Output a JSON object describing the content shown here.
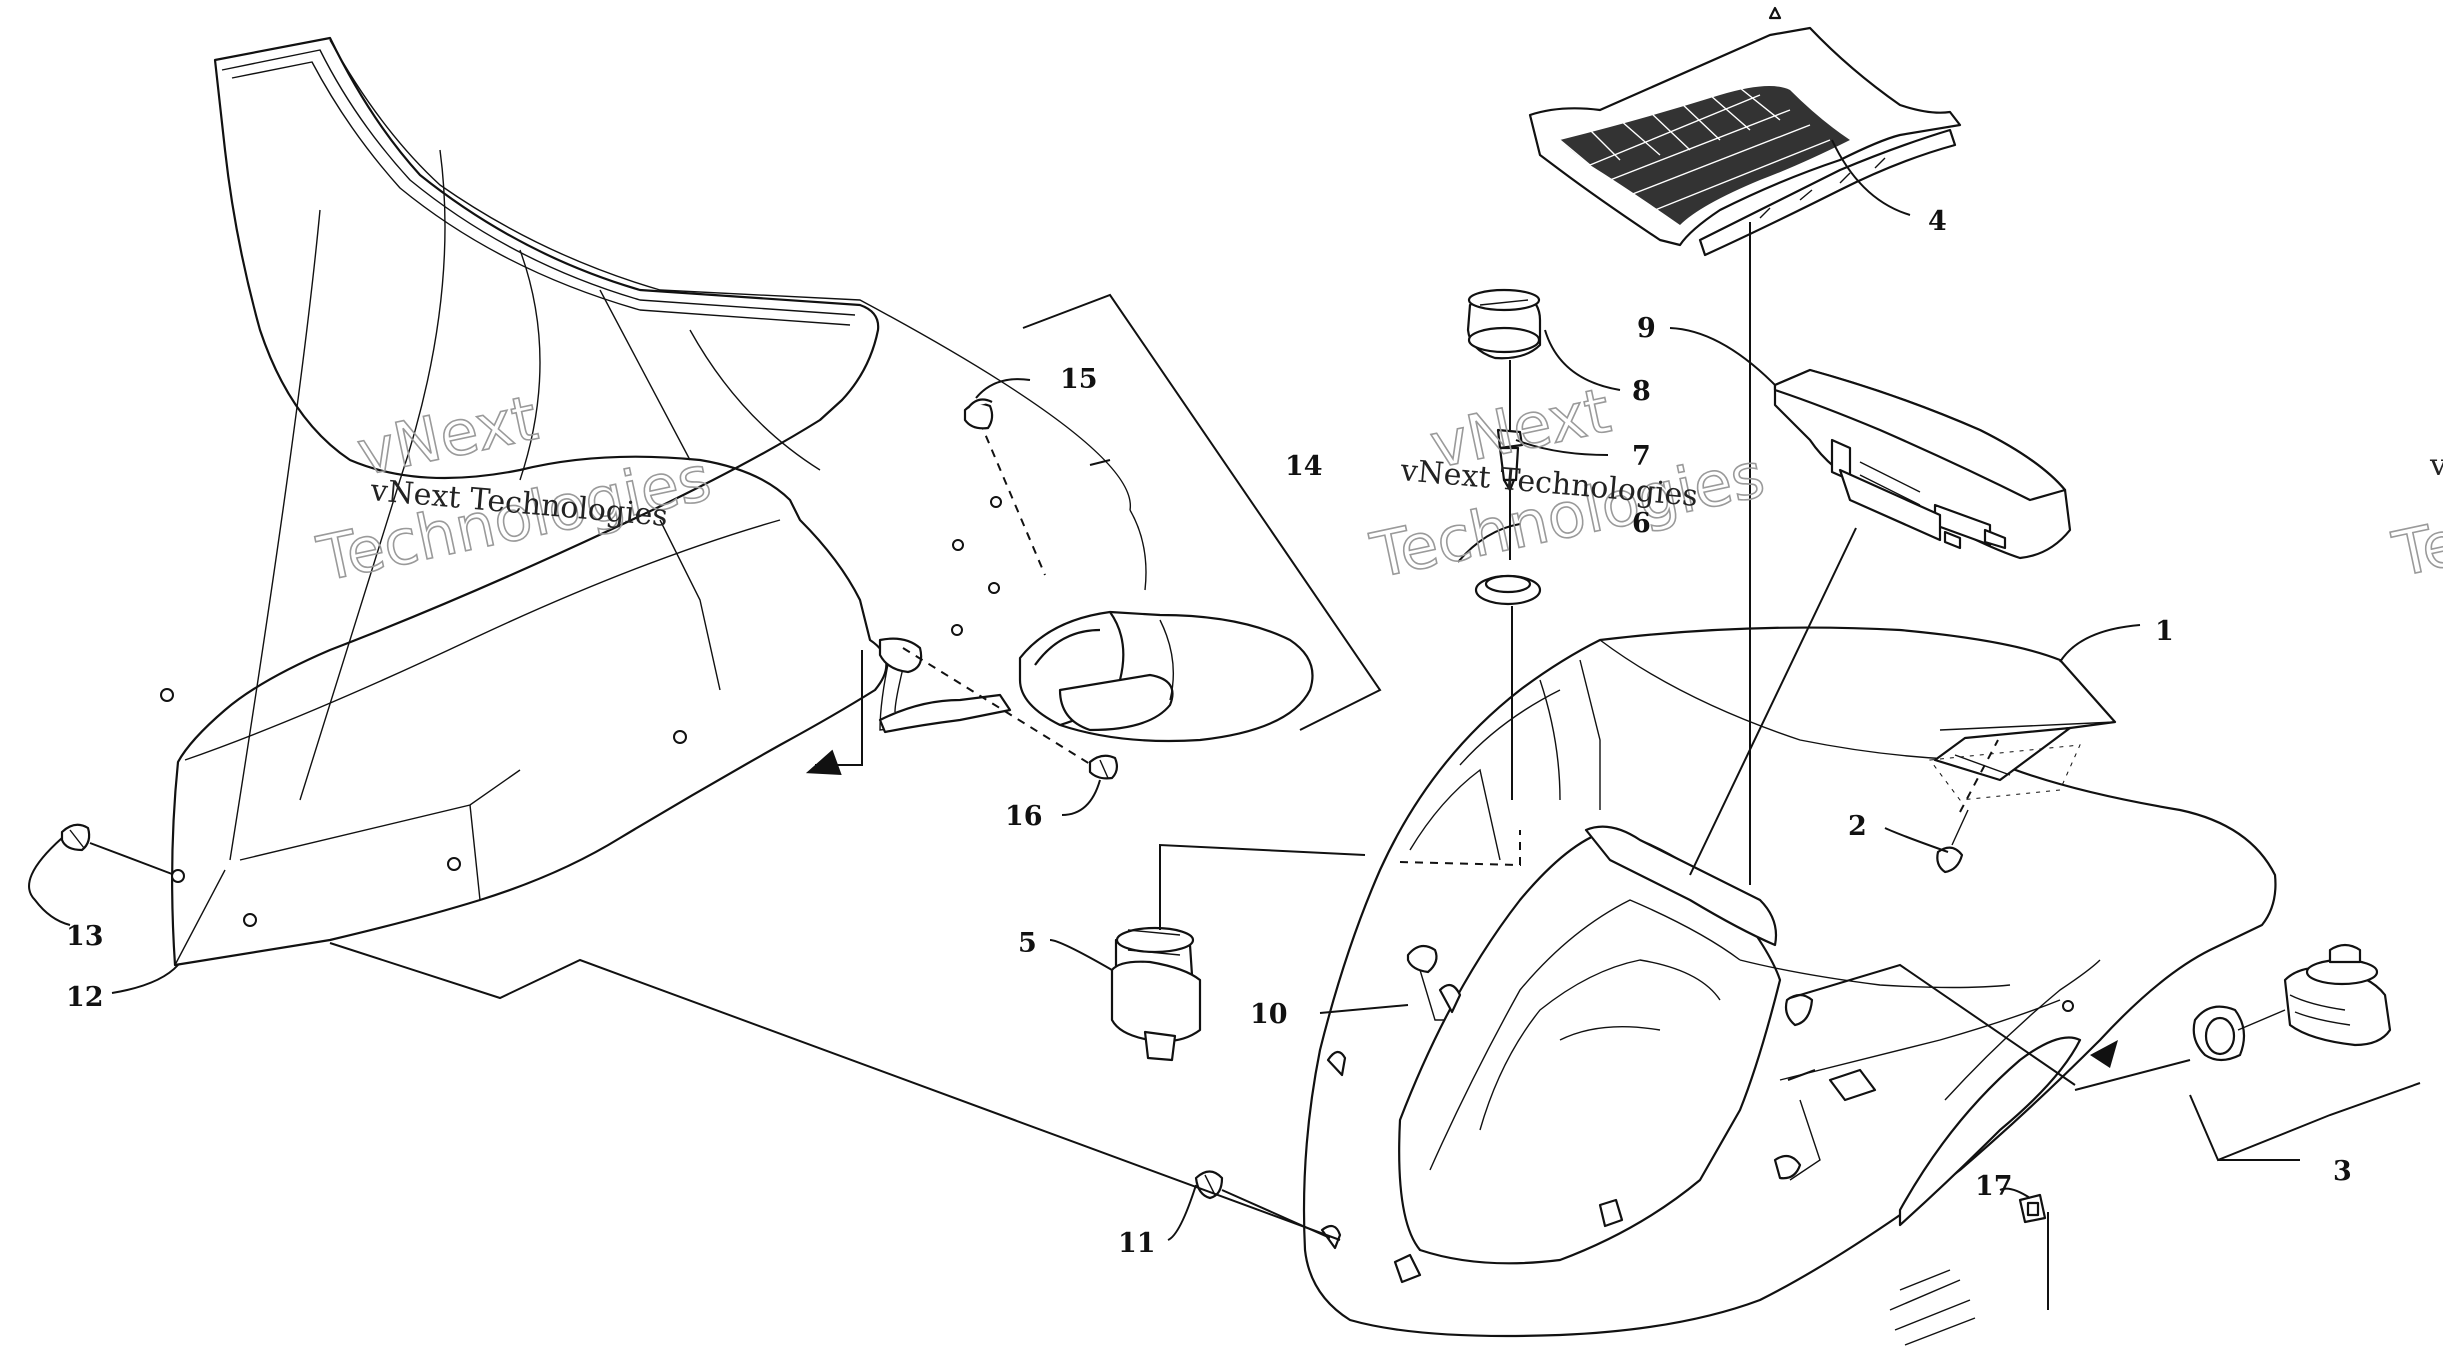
{
  "diagram": {
    "callouts": [
      {
        "id": "1",
        "label": "1"
      },
      {
        "id": "2",
        "label": "2"
      },
      {
        "id": "3",
        "label": "3"
      },
      {
        "id": "4",
        "label": "4"
      },
      {
        "id": "5",
        "label": "5"
      },
      {
        "id": "6",
        "label": "6"
      },
      {
        "id": "7",
        "label": "7"
      },
      {
        "id": "8",
        "label": "8"
      },
      {
        "id": "9",
        "label": "9"
      },
      {
        "id": "10",
        "label": "10"
      },
      {
        "id": "11",
        "label": "11"
      },
      {
        "id": "12",
        "label": "12"
      },
      {
        "id": "13",
        "label": "13"
      },
      {
        "id": "14",
        "label": "14"
      },
      {
        "id": "15",
        "label": "15"
      },
      {
        "id": "16",
        "label": "16"
      },
      {
        "id": "17",
        "label": "17"
      }
    ],
    "watermark": {
      "word1": "vNext",
      "word2": "Technologies",
      "line": "vNext Technologies"
    }
  }
}
